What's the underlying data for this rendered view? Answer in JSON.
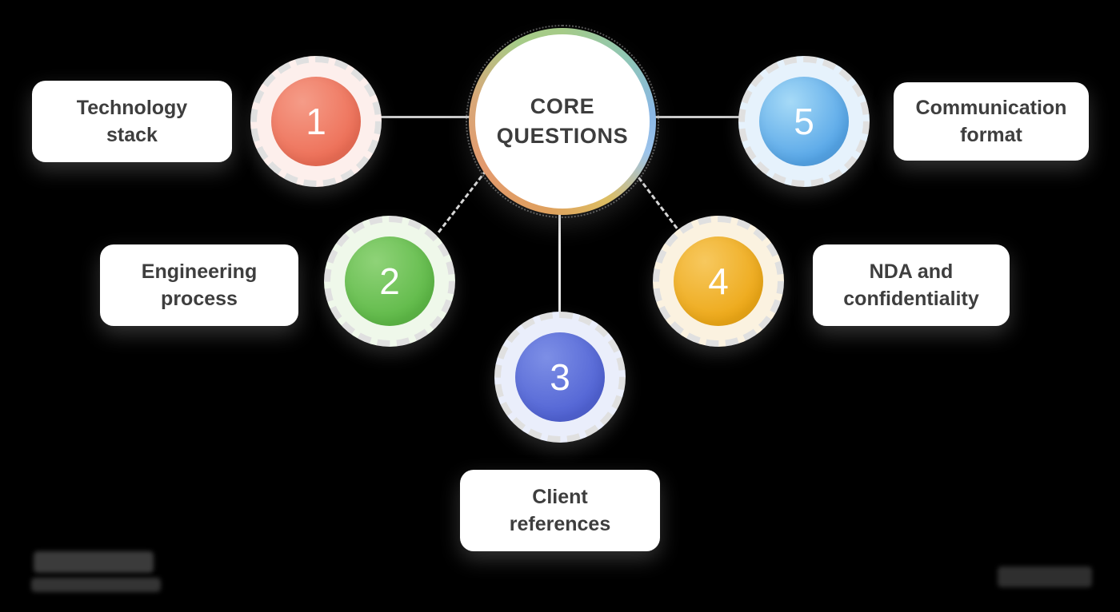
{
  "background_color": "#000000",
  "center": {
    "line1": "CORE",
    "line2": "QUESTIONS",
    "ring_colors": [
      "#a6cb88",
      "#8fc6b4",
      "#8ab7e6",
      "#dcbd62",
      "#dfa05e",
      "#e29a6e"
    ]
  },
  "nodes": [
    {
      "number": "1",
      "label": "Technology stack",
      "line1": "Technology",
      "line2": "stack",
      "bubble_color": "#ed6e56",
      "halo_color": "#fdefec"
    },
    {
      "number": "2",
      "label": "Engineering process",
      "line1": "Engineering",
      "line2": "process",
      "bubble_color": "#5eb947",
      "halo_color": "#eff8ea"
    },
    {
      "number": "3",
      "label": "Client references",
      "line1": "Client",
      "line2": "references",
      "bubble_color": "#5163d4",
      "halo_color": "#eaeefb"
    },
    {
      "number": "4",
      "label": "NDA and confidentiality",
      "line1": "NDA and",
      "line2": "confidentiality",
      "bubble_color": "#eda817",
      "halo_color": "#fbf2e0"
    },
    {
      "number": "5",
      "label": "Communication format",
      "line1": "Communication",
      "line2": "format",
      "bubble_color": "#55a5e7",
      "halo_color": "#e6f2fc"
    }
  ],
  "connectors": {
    "solid_color": "#cbcbcb",
    "dashed_color": "#d7d7d7",
    "styles": [
      "solid",
      "dashed",
      "solid-vertical",
      "dashed",
      "solid"
    ]
  },
  "text_color": "#3e3e3e"
}
